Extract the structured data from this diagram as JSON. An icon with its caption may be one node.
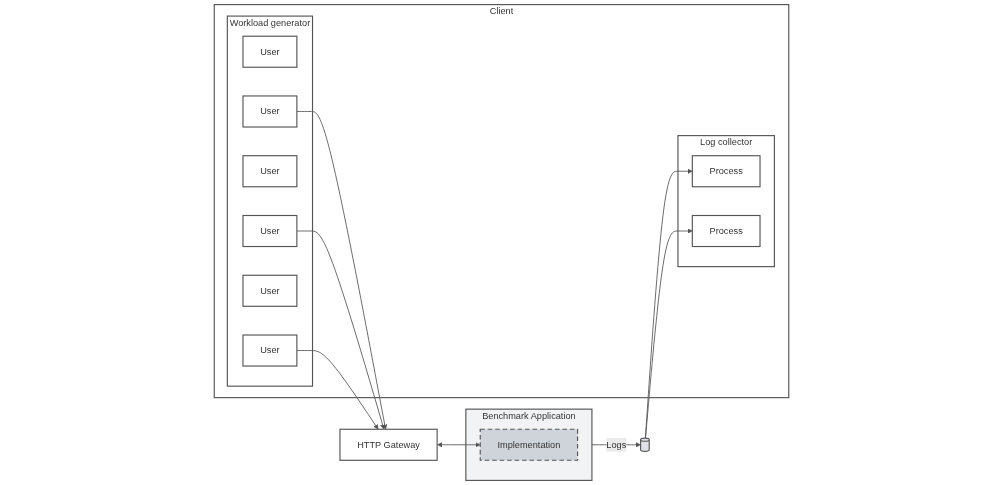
{
  "diagram": {
    "nodes": [
      {
        "text": [
          "Client"
        ]
      },
      {
        "text": [
          "Workload generator"
        ],
        "in": 0
      },
      {
        "text": [
          "User"
        ],
        "in": 1
      },
      {
        "text": [
          "User"
        ],
        "in": 1
      },
      {
        "text": [
          "User"
        ],
        "in": 1
      },
      {
        "text": [
          "User"
        ],
        "in": 1
      },
      {
        "text": [
          "User"
        ],
        "in": 1
      },
      {
        "text": [
          "User"
        ],
        "in": 1
      },
      {
        "text": [
          "Log collector"
        ],
        "in": 0
      },
      {
        "text": [
          "Process"
        ],
        "in": 8
      },
      {
        "text": [
          "Process"
        ],
        "in": 8
      },
      {
        "text": [
          "Benchmark Application"
        ]
      },
      {
        "text": [
          "HTTP Gateway"
        ]
      },
      {
        "text": [
          "Implementation"
        ],
        "in": 11
      },
      {
        "text": [],
        "shape": "cylinder"
      }
    ],
    "edges": [
      {
        "from": 3,
        "to": 12,
        "arrow": "to"
      },
      {
        "from": 5,
        "to": 12,
        "arrow": "to"
      },
      {
        "from": 7,
        "to": 12,
        "arrow": "to"
      },
      {
        "from": 12,
        "to": 13,
        "arrow": "both"
      },
      {
        "from": 11,
        "to": 14,
        "label": "Logs",
        "arrow": "to"
      },
      {
        "from": 14,
        "to": 9,
        "arrow": "to"
      },
      {
        "from": 14,
        "to": 10,
        "arrow": "to"
      }
    ]
  }
}
